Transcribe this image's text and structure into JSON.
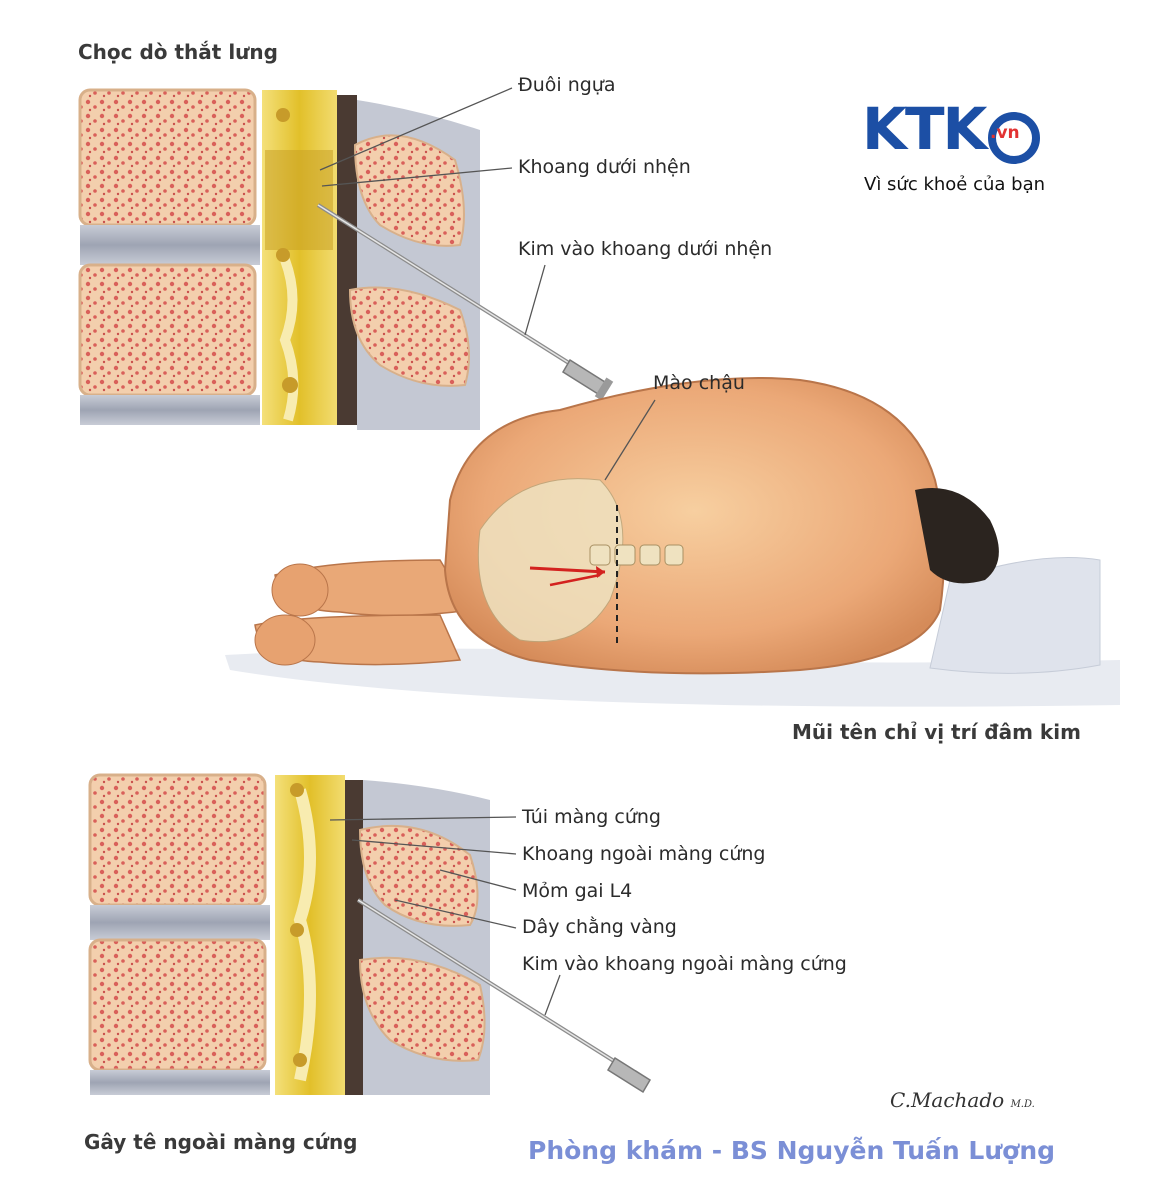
{
  "top_panel": {
    "title": "Chọc dò thắt lưng",
    "labels": {
      "cauda_equina": "Đuôi ngựa",
      "subarachnoid_space": "Khoang dưới nhện",
      "needle_subarachnoid": "Kim vào  khoang dưới nhện"
    }
  },
  "middle_panel": {
    "iliac_crest": "Mào chậu",
    "caption": "Mũi tên chỉ vị trí đâm kim"
  },
  "bottom_panel": {
    "title": "Gây tê ngoài màng cứng",
    "labels": {
      "dural_sac": "Túi màng cứng",
      "epidural_space": "Khoang ngoài màng cứng",
      "spinous_process": "Mỏm gai L4",
      "ligamentum_flavum": "Dây chằng vàng",
      "needle_epidural": "Kim vào khoang ngoài màng cứng"
    }
  },
  "logo": {
    "brand": "KTK",
    "domain": ".vn",
    "slogan": "Vì sức khoẻ của bạn"
  },
  "signature": {
    "name": "C.Machado",
    "suffix": "M.D."
  },
  "footer": {
    "text": "Phòng khám - BS Nguyễn Tuấn Lượng"
  },
  "colors": {
    "brand_blue": "#1c4fa5",
    "brand_red": "#e23232",
    "footer_text": "#7b8fd6",
    "bone": "#f0c9a4",
    "spinal_canal": "#e5c93a",
    "disc": "#b8bdc8",
    "skin": "#f0b886"
  }
}
